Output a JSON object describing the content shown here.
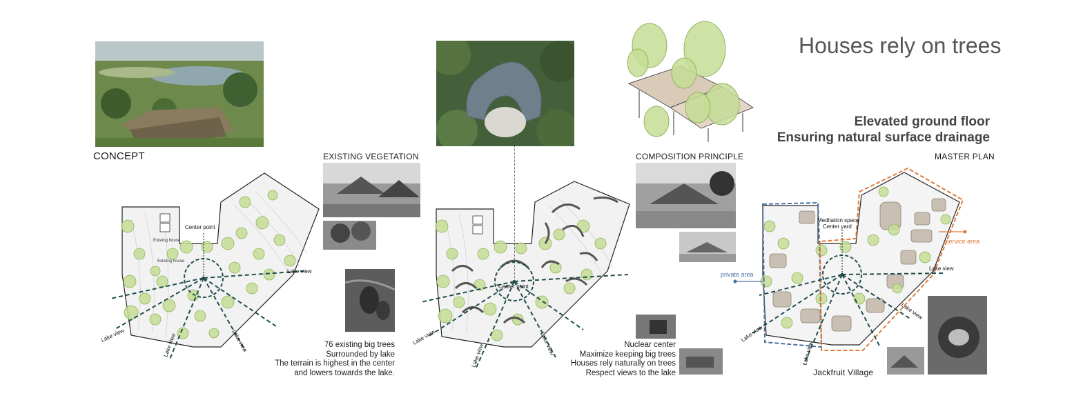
{
  "header": {
    "title": "Houses rely on trees",
    "subtitle_lines": [
      "Elevated ground floor",
      "Ensuring natural surface drainage"
    ]
  },
  "panels": {
    "concept": {
      "label": "CONCEPT",
      "map_labels": {
        "center": "Center point",
        "house1": "Existing house",
        "house2": "Existing house"
      },
      "view_labels": [
        "Lake view",
        "Lake view",
        "Lake view",
        "Lake view"
      ]
    },
    "vegetation": {
      "label": "EXISTING VEGETATION",
      "notes": [
        "76 existing big trees",
        "Surrounded by lake",
        "The terrain is highest in the center",
        "and lowers towards the lake."
      ]
    },
    "composition": {
      "label": "COMPOSITION PRINCIPLE",
      "map_labels": {
        "center": "Center point"
      },
      "view_labels": [
        "Lake view",
        "Lake view",
        "Lake view"
      ],
      "notes": [
        "Nuclear center",
        "Maximize keeping big trees",
        "Houses rely naturally on trees",
        "Respect views to the lake"
      ]
    },
    "masterplan": {
      "label": "MASTER PLAN",
      "map_labels": {
        "center_line1": "Meditation space",
        "center_line2": "Center yard",
        "service": "service area",
        "private": "private area"
      },
      "view_labels": [
        "Lake view",
        "Lake view",
        "Lake view",
        "Lake view"
      ],
      "caption": "Jackfruit Village"
    }
  },
  "colors": {
    "tree": "#c5dd96",
    "tree_stroke": "#8fb45a",
    "arrow": "#1f4e4a",
    "service": "#e07b39",
    "private": "#4a6fa5",
    "house": "#c9bfb3"
  }
}
